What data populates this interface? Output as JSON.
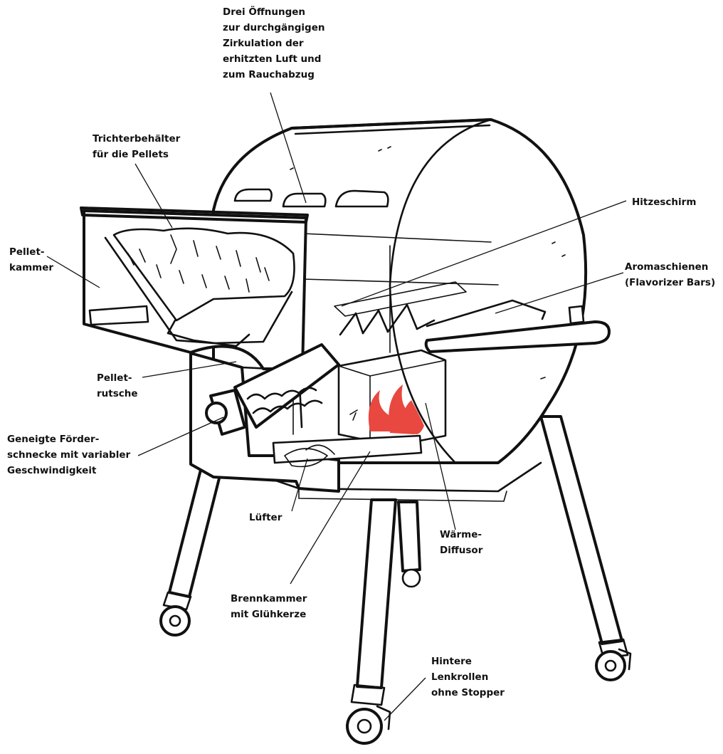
{
  "colors": {
    "line": "#111111",
    "flame": "#e8483f",
    "background": "#ffffff"
  },
  "labels": {
    "vents": [
      "Drei Öffnungen",
      "zur durchgängigen",
      "Zirkulation der",
      "erhitzten Luft und",
      "zum Rauchabzug"
    ],
    "hopper": [
      "Trichterbehälter",
      "für die Pellets"
    ],
    "pellet_chamber": [
      "Pellet-",
      "kammer"
    ],
    "heat_shield": [
      "Hitzeschirm"
    ],
    "flavorizer": [
      "Aromaschienen",
      "(Flavorizer Bars)"
    ],
    "pellet_chute": [
      "Pellet-",
      "rutsche"
    ],
    "auger": [
      "Geneigte Förder-",
      "schnecke mit variabler",
      "Geschwindigkeit"
    ],
    "fan": [
      "Lüfter"
    ],
    "diffuser": [
      "Wärme-",
      "Diffusor"
    ],
    "firepot": [
      "Brennkammer",
      "mit Glühkerze"
    ],
    "casters": [
      "Hintere",
      "Lenkrollen",
      "ohne Stopper"
    ]
  }
}
